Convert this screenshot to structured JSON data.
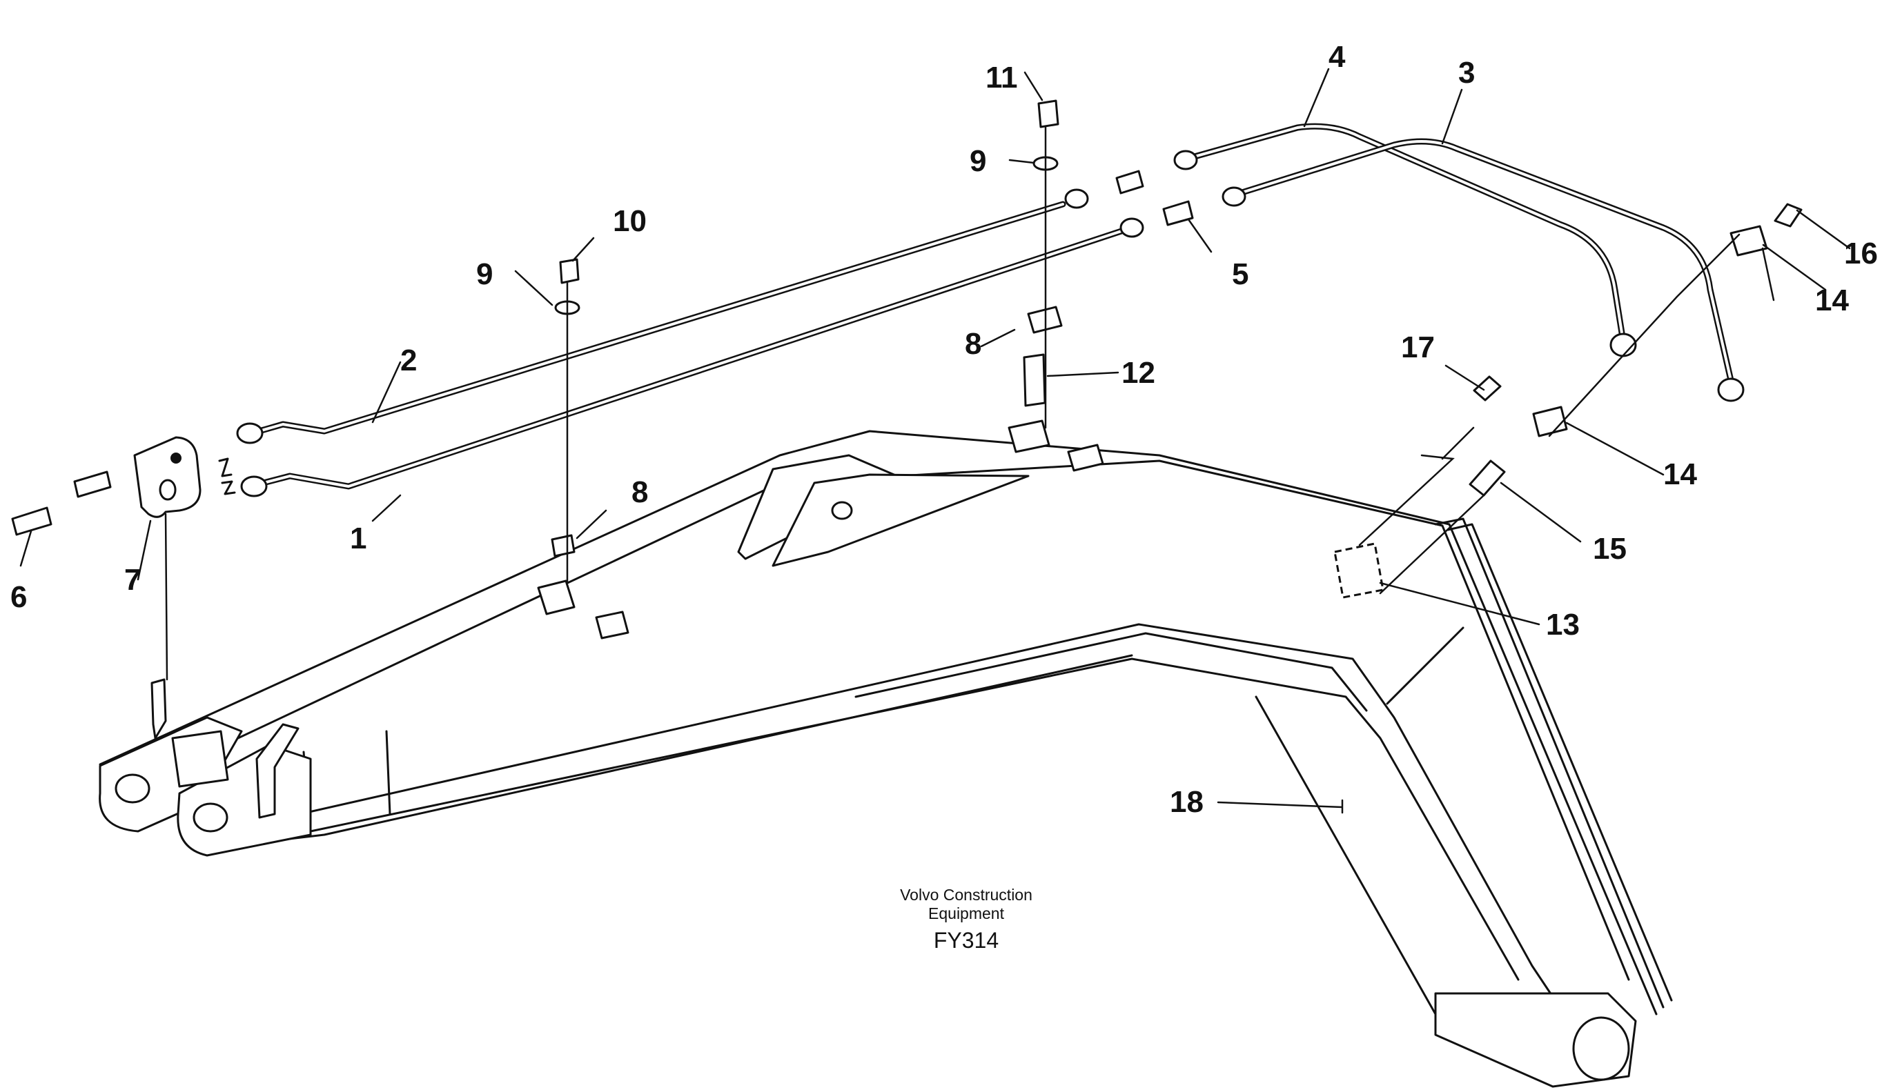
{
  "callouts": [
    {
      "label": "1"
    },
    {
      "label": "2"
    },
    {
      "label": "3"
    },
    {
      "label": "4"
    },
    {
      "label": "5"
    },
    {
      "label": "6"
    },
    {
      "label": "7"
    },
    {
      "label": "8"
    },
    {
      "label": "8"
    },
    {
      "label": "9"
    },
    {
      "label": "9"
    },
    {
      "label": "10"
    },
    {
      "label": "11"
    },
    {
      "label": "12"
    },
    {
      "label": "13"
    },
    {
      "label": "14"
    },
    {
      "label": "14"
    },
    {
      "label": "15"
    },
    {
      "label": "16"
    },
    {
      "label": "17"
    },
    {
      "label": "18"
    }
  ],
  "caption": {
    "line1": "Volvo Construction",
    "line2": "Equipment",
    "code": "FY314"
  }
}
